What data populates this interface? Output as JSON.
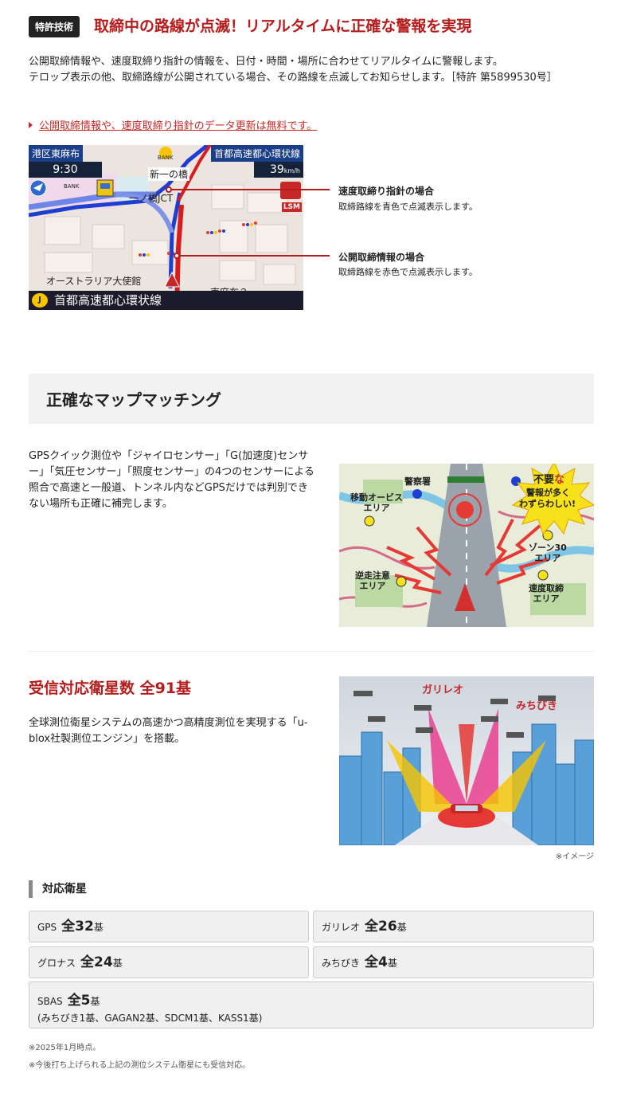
{
  "section1": {
    "badge": "特許技術",
    "title": "取締中の路線が点滅！リアルタイムに正確な警報を実現",
    "desc_line1": "公開取締情報や、速度取締り指針の情報を、日付・時間・場所に合わせてリアルタイムに警報します。",
    "desc_line2": "テロップ表示の他、取締路線が公開されている場合、その路線を点滅してお知らせします。［特許 第5899530号］",
    "link": "公開取締情報や、速度取締り指針のデータ更新は無料です。",
    "map": {
      "place": "港区東麻布",
      "time": "9:30",
      "road_top": "首都高速都心環状線",
      "speed": "39",
      "speed_unit": "km/h",
      "label_bank1": "BANK",
      "label_bank2": "BANK",
      "label_crossing": "新一の橋",
      "label_jct": "一ノ橋JCT",
      "label_embassy": "オーストラリア大使館",
      "label_east": "東麻布２",
      "label_lsm": "LSM",
      "road_bottom": "首都高速都心環状線"
    },
    "callouts": [
      {
        "title": "速度取締り指針の場合",
        "text": "取締路線を青色で点滅表示します。"
      },
      {
        "title": "公開取締情報の場合",
        "text": "取締路線を赤色で点滅表示します。"
      }
    ]
  },
  "section2": {
    "title": "正確なマップマッチング",
    "text": "GPSクイック測位や「ジャイロセンサー」「G(加速度)センサー」「気圧センサー」「照度センサー」の4つのセンサーによる照合で高速と一般道、トンネル内などGPSだけでは判別できない場所も正確に補完します。",
    "map_labels": {
      "police": "警察署",
      "orbis_1": "移動オービス",
      "orbis_2": "エリア",
      "wrongway_1": "逆走注意",
      "wrongway_2": "エリア",
      "zone30_1": "ゾーン30",
      "zone30_2": "エリア",
      "speedtrap_1": "速度取締",
      "speedtrap_2": "エリア",
      "warn_1": "不要",
      "warn_1b": "な",
      "warn_2": "警報が多く",
      "warn_3": "わずらわしい!"
    }
  },
  "section3": {
    "title": "受信対応衛星数 全91基",
    "text": "全球測位衛星システムの高速かつ高精度測位を実現する「u-blox社製測位エンジン」を搭載。",
    "img_label_galileo": "ガリレオ",
    "img_label_michibiki": "みちびき",
    "img_note": "※イメージ",
    "sub_heading": "対応衛星",
    "satellites": [
      {
        "name": "GPS",
        "count": "全32",
        "unit": "基"
      },
      {
        "name": "ガリレオ",
        "count": "全26",
        "unit": "基"
      },
      {
        "name": "グロナス",
        "count": "全24",
        "unit": "基"
      },
      {
        "name": "みちびき",
        "count": "全4",
        "unit": "基"
      },
      {
        "name": "SBAS",
        "count": "全5",
        "unit": "基",
        "detail": "(みちびき1基、GAGAN2基、SDCM1基、KASS1基)"
      }
    ],
    "footnote1": "※2025年1月時点。",
    "footnote2": "※今後打ち上げられる上記の測位システム衛星にも受信対応。"
  }
}
